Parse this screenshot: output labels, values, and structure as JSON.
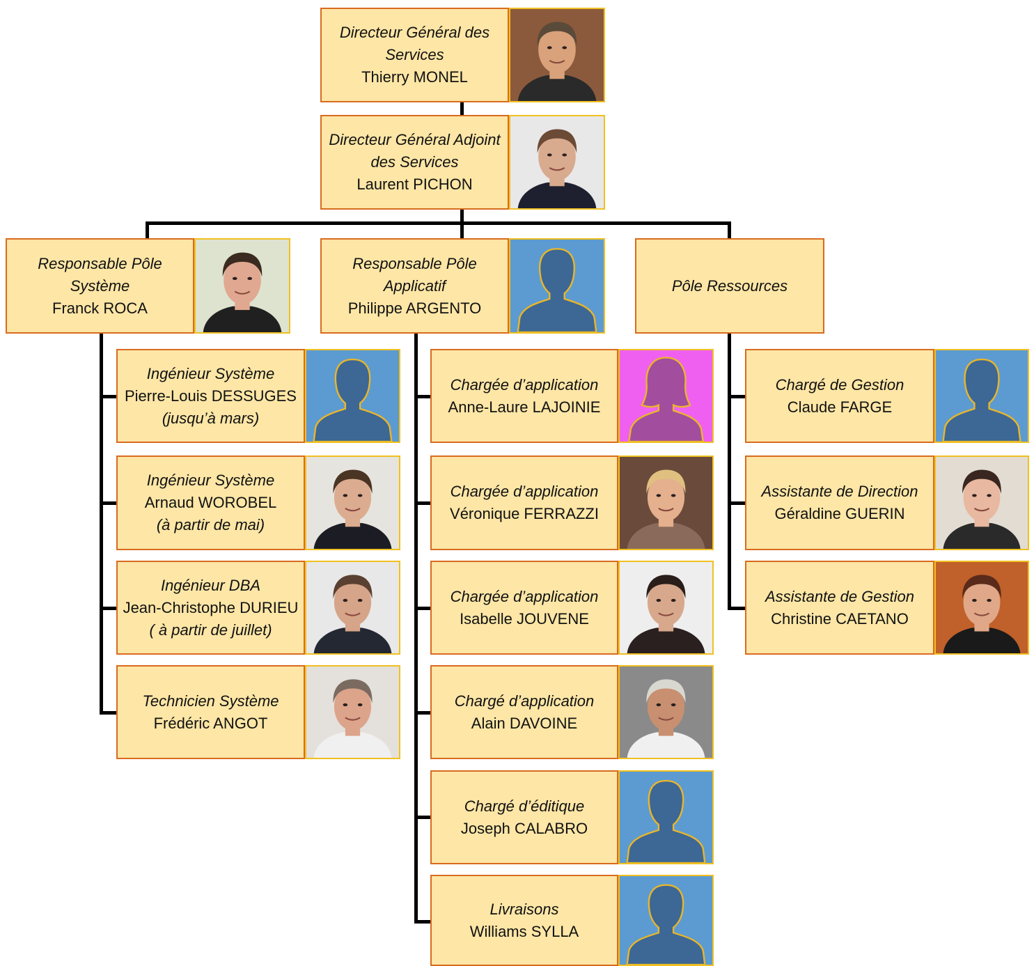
{
  "nodes": [
    {
      "id": "dgs",
      "role": "Directeur Général des Services",
      "name": "Thierry MONEL",
      "note": "",
      "photo": {
        "type": "photo",
        "bg": "#8b5a3c",
        "skin": "#d9a27a",
        "hair": "#5a4a3a",
        "shirt": "#2a2a2a"
      }
    },
    {
      "id": "dgas",
      "role": "Directeur Général Adjoint des Services",
      "name": "Laurent PICHON",
      "note": "",
      "photo": {
        "type": "photo",
        "bg": "#e8e8e8",
        "skin": "#d8aa8e",
        "hair": "#6b4a36",
        "shirt": "#1e2030"
      }
    },
    {
      "id": "rps",
      "role": "Responsable Pôle Système",
      "name": "Franck ROCA",
      "note": "",
      "photo": {
        "type": "photo",
        "bg": "#dde3cf",
        "skin": "#e0a890",
        "hair": "#3a2a20",
        "shirt": "#202020"
      }
    },
    {
      "id": "rpa",
      "role": "Responsable Pôle Applicatif",
      "name": "Philippe ARGENTO",
      "note": "",
      "photo": {
        "type": "silhouette-male"
      }
    },
    {
      "id": "pr",
      "role": "Pôle Ressources",
      "name": "",
      "note": "",
      "photo": null
    },
    {
      "id": "is1",
      "role": "Ingénieur Système",
      "name": "Pierre-Louis DESSUGES",
      "note": "(jusqu’à mars)",
      "photo": {
        "type": "silhouette-male"
      }
    },
    {
      "id": "is2",
      "role": "Ingénieur Système",
      "name": "Arnaud WOROBEL",
      "note": "(à partir de mai)",
      "photo": {
        "type": "photo",
        "bg": "#e6e4de",
        "skin": "#dcac90",
        "hair": "#4a3424",
        "shirt": "#1c1c24"
      }
    },
    {
      "id": "dba",
      "role": "Ingénieur DBA",
      "name": "Jean-Christophe DURIEU",
      "note": "( à partir de juillet)",
      "photo": {
        "type": "photo",
        "bg": "#e8e8e8",
        "skin": "#d6a488",
        "hair": "#5a4030",
        "shirt": "#232833"
      }
    },
    {
      "id": "ts",
      "role": "Technicien Système",
      "name": "Frédéric ANGOT",
      "note": "",
      "photo": {
        "type": "photo",
        "bg": "#e4e0dc",
        "skin": "#dca48a",
        "hair": "#7a6a60",
        "shirt": "#f0f0f0"
      }
    },
    {
      "id": "ca1",
      "role": "Chargée d’application",
      "name": "Anne-Laure LAJOINIE",
      "note": "",
      "photo": {
        "type": "silhouette-female"
      }
    },
    {
      "id": "ca2",
      "role": "Chargée d’application",
      "name": "Véronique FERRAZZI",
      "note": "",
      "photo": {
        "type": "photo",
        "bg": "#6a4a3a",
        "skin": "#e4b08e",
        "hair": "#e0c080",
        "shirt": "#8a6a5a"
      }
    },
    {
      "id": "ca3",
      "role": "Chargée d’application",
      "name": "Isabelle JOUVENE",
      "note": "",
      "photo": {
        "type": "photo",
        "bg": "#eeeeee",
        "skin": "#d8a88c",
        "hair": "#2a1e1a",
        "shirt": "#2a2020"
      }
    },
    {
      "id": "ca4",
      "role": "Chargé d’application",
      "name": "Alain DAVOINE",
      "note": "",
      "photo": {
        "type": "photo",
        "bg": "#8a8a8a",
        "skin": "#c89070",
        "hair": "#d8d8d0",
        "shirt": "#f0f0f0"
      }
    },
    {
      "id": "ce",
      "role": "Chargé d’éditique",
      "name": "Joseph CALABRO",
      "note": "",
      "photo": {
        "type": "silhouette-male"
      }
    },
    {
      "id": "liv",
      "role": "Livraisons",
      "name": "Williams SYLLA",
      "note": "",
      "photo": {
        "type": "silhouette-male"
      }
    },
    {
      "id": "cg",
      "role": "Chargé de Gestion",
      "name": "Claude FARGE",
      "note": "",
      "photo": {
        "type": "silhouette-male"
      }
    },
    {
      "id": "ad",
      "role": "Assistante de Direction",
      "name": "Géraldine GUERIN",
      "note": "",
      "photo": {
        "type": "photo",
        "bg": "#e2dcd2",
        "skin": "#e8b8a0",
        "hair": "#3a2620",
        "shirt": "#2a2a2a"
      }
    },
    {
      "id": "ag",
      "role": "Assistante de Gestion",
      "name": "Christine CAETANO",
      "note": "",
      "photo": {
        "type": "photo",
        "bg": "#c0602a",
        "skin": "#e0a888",
        "hair": "#5a2a1a",
        "shirt": "#1a1a1a"
      }
    }
  ],
  "colors": {
    "box_fill": "#fde6a6",
    "box_border": "#d96b1f",
    "photo_border": "#f0c020",
    "silhouette_male_bg": "#5c9bd1",
    "silhouette_female_bg": "#f060f0",
    "silhouette_male_fg": "#3d6794",
    "silhouette_female_fg": "#a34d9e",
    "silhouette_outline": "#e8b62c",
    "connector": "#000000"
  }
}
